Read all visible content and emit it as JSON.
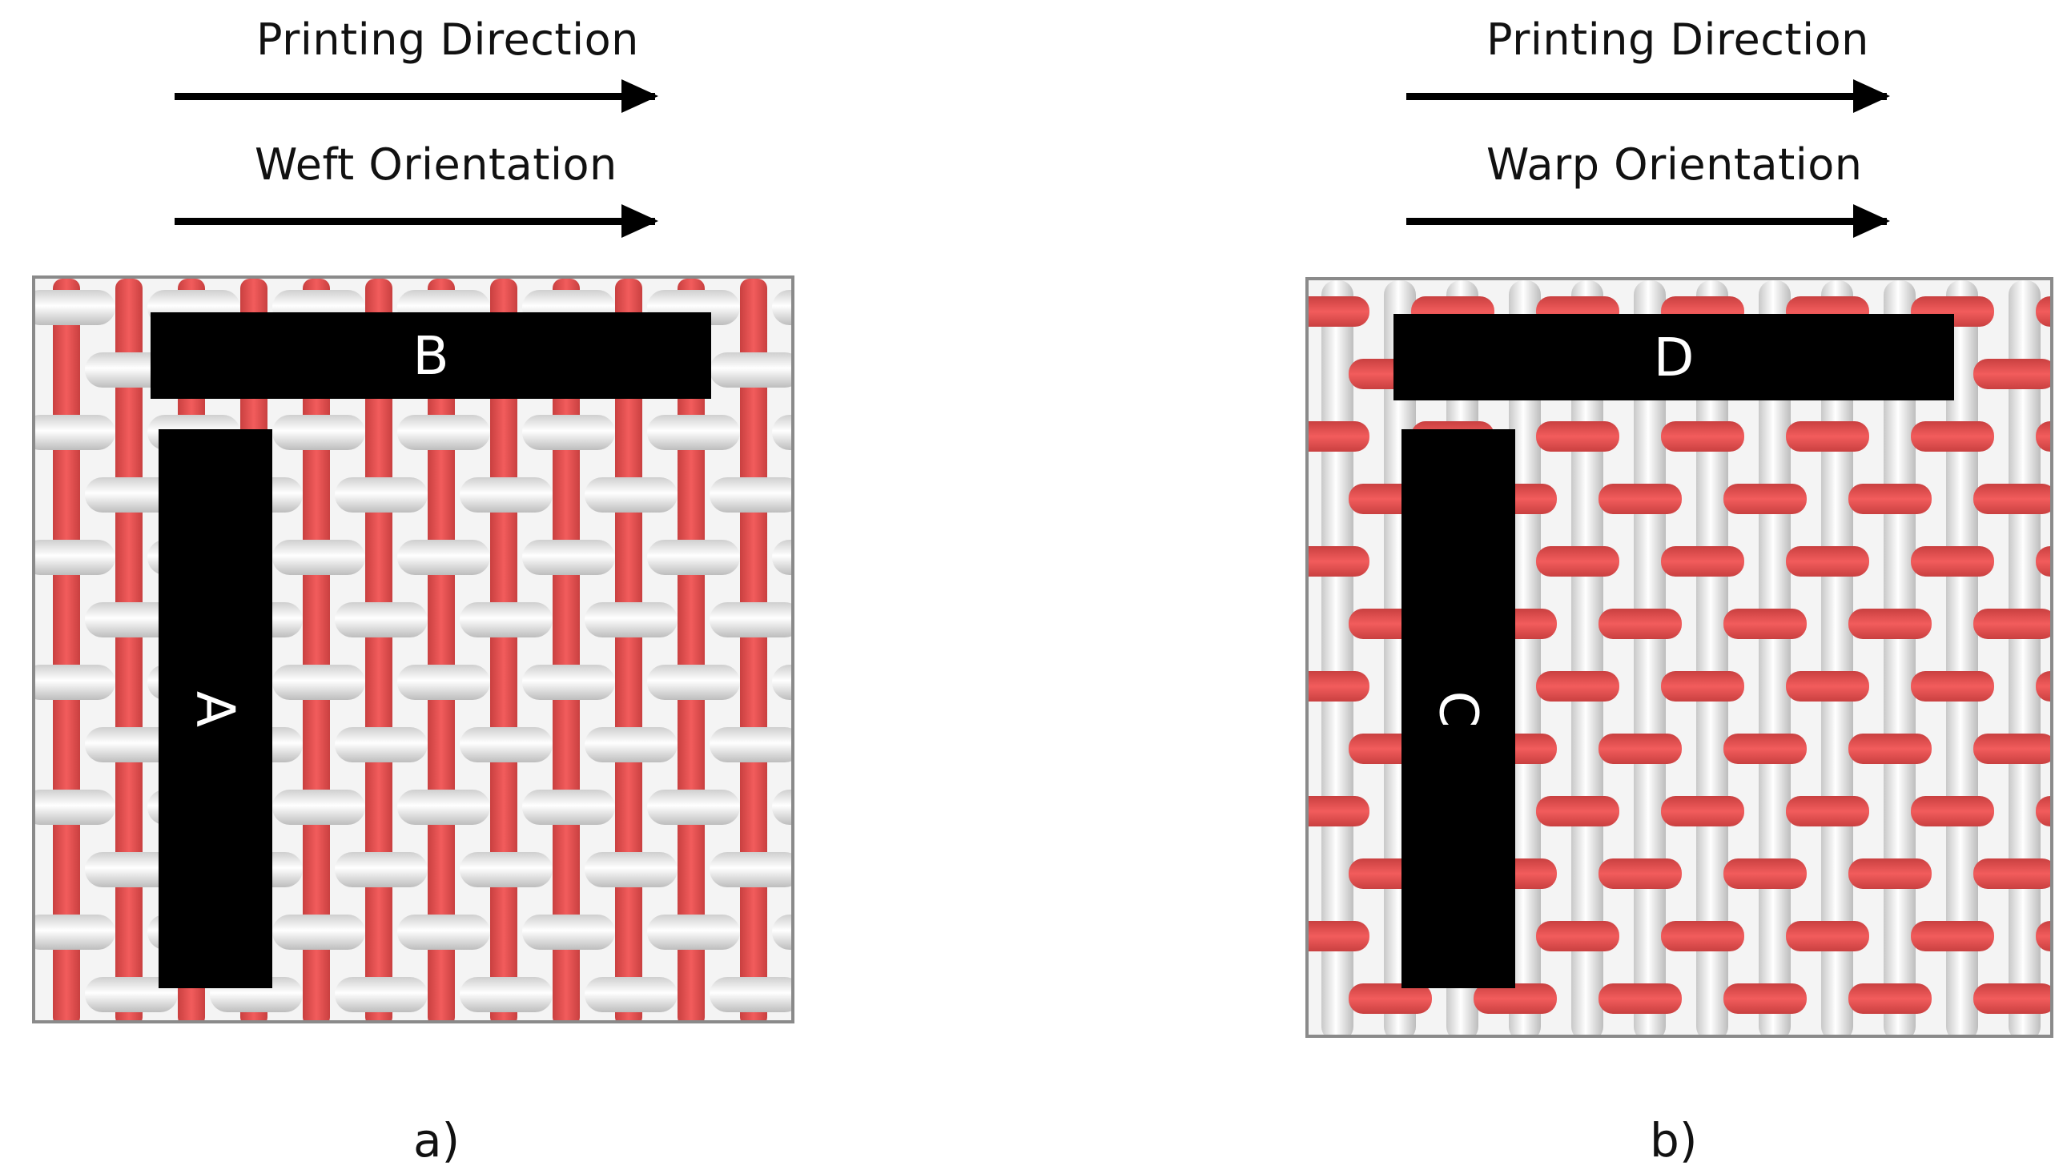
{
  "panel_a": {
    "direction_label": "Printing Direction",
    "orientation_label": "Weft Orientation",
    "bar_horizontal_label": "B",
    "bar_vertical_label": "A",
    "caption": "a)"
  },
  "panel_b": {
    "direction_label": "Printing Direction",
    "orientation_label": "Warp Orientation",
    "bar_horizontal_label": "D",
    "bar_vertical_label": "C",
    "caption": "b)"
  },
  "colors": {
    "red_yarn": "#f25c5c",
    "white_yarn": "#ffffff",
    "bar": "#000000",
    "frame": "#8a8a8a"
  }
}
